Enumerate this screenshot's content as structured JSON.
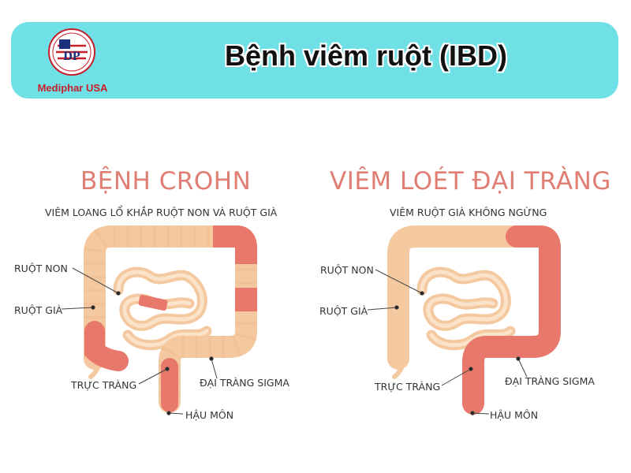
{
  "header": {
    "title": "Bệnh viêm ruột (IBD)",
    "logo_initials": "DP",
    "logo_text": "Mediphar USA"
  },
  "panels": [
    {
      "title": "BỆNH CROHN",
      "subtitle": "VIÊM LOANG LỔ KHẮP RUỘT NON VÀ RUỘT GIÀ",
      "labels": {
        "small_intestine": "RUỘT NON",
        "large_intestine": "RUỘT GIÀ",
        "rectum": "TRỰC TRÀNG",
        "sigmoid": "ĐẠI TRÀNG SIGMA",
        "anus": "HẬU MÔN"
      }
    },
    {
      "title": "VIÊM LOÉT ĐẠI TRÀNG",
      "subtitle": "VIÊM RUỘT GIÀ KHÔNG NGỪNG",
      "labels": {
        "small_intestine": "RUỘT NON",
        "large_intestine": "RUỘT GIÀ",
        "rectum": "TRỰC TRÀNG",
        "sigmoid": "ĐẠI TRÀNG SIGMA",
        "anus": "HẬU MÔN"
      }
    }
  ],
  "colors": {
    "header_bg": "#6fe0e6",
    "intestine": "#f5c9a0",
    "inflamed": "#e8786b",
    "title": "#e07e73"
  }
}
